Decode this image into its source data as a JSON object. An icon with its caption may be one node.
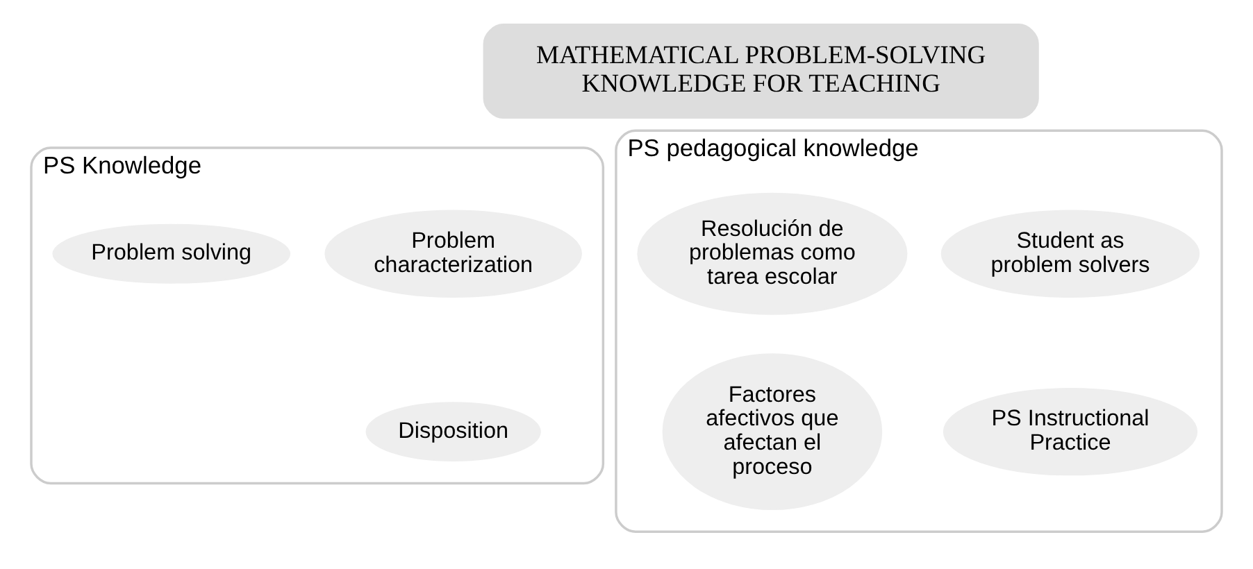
{
  "diagram": {
    "nodes": [
      {
        "text": [
          "MATHEMATICAL PROBLEM-SOLVING KNOWLEDGE FOR TEACHING"
        ]
      },
      {
        "text": [
          "PS Knowledge"
        ]
      },
      {
        "text": [
          "Problem characterization"
        ],
        "in": 1
      },
      {
        "text": [
          "Problem solving"
        ],
        "in": 1
      },
      {
        "text": [
          "Disposition"
        ],
        "in": 1
      },
      {
        "text": [
          "PS pedagogical knowledge"
        ]
      },
      {
        "text": [
          "Student as problem solvers"
        ],
        "in": 5
      },
      {
        "text": [
          "Resolución de problemas como tarea escolar"
        ],
        "in": 5
      },
      {
        "text": [
          "PS Instructional Practice"
        ],
        "in": 5
      },
      {
        "text": [
          "Factores afectivos que afectan el proceso"
        ],
        "in": 5
      }
    ],
    "edges": []
  }
}
